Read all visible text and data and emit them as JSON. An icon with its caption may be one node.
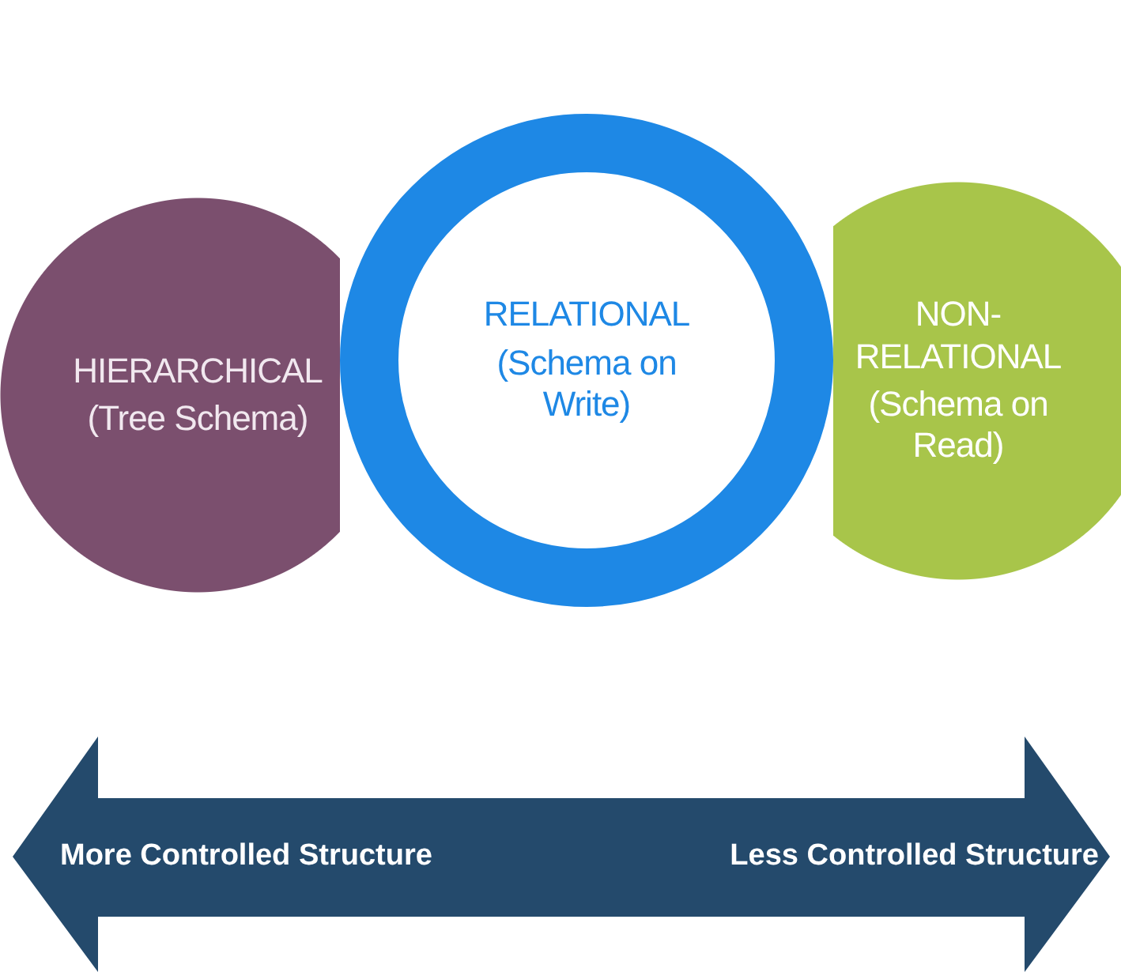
{
  "diagram": {
    "nodes": [
      {
        "text": [
          "HIERARCHICAL",
          "(Tree Schema)"
        ]
      },
      {
        "text": [
          "RELATIONAL",
          "(Schema on Write)"
        ]
      },
      {
        "text": [
          "NON-RELATIONAL",
          "(Schema on Read)"
        ]
      }
    ],
    "labels": [
      "More Controlled Structure",
      "Less Controlled Structure"
    ]
  }
}
